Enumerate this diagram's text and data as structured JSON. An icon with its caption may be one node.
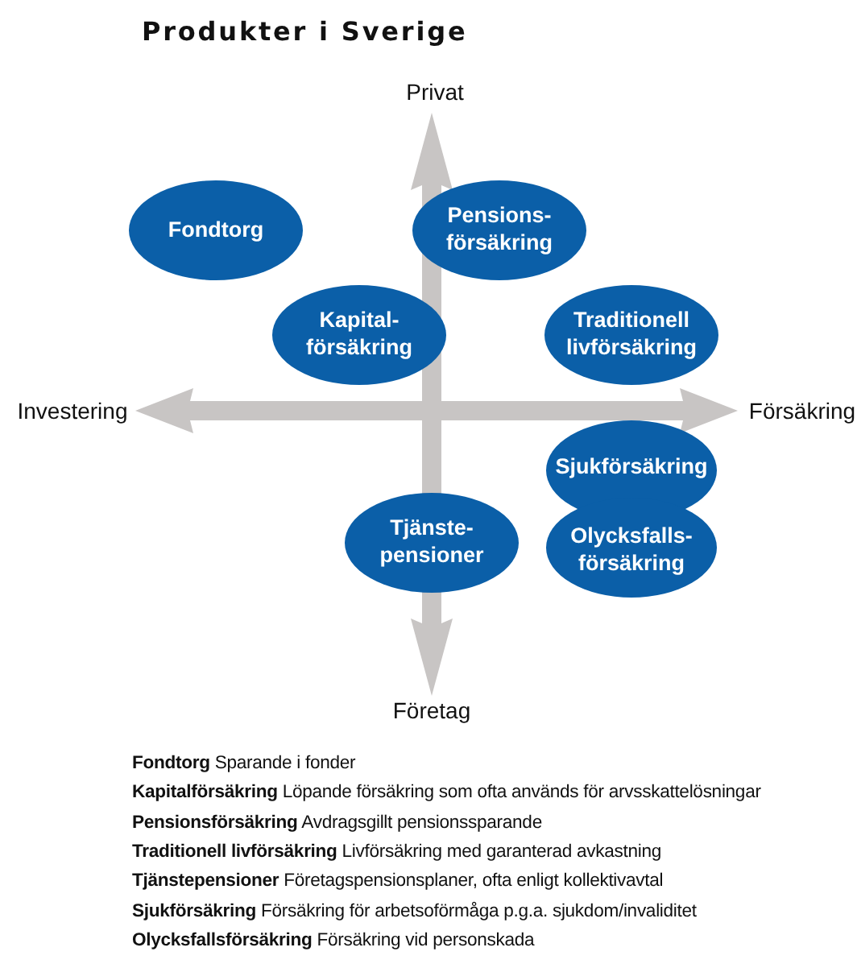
{
  "diagram": {
    "title": "Produkter i Sverige",
    "nodes": [
      {
        "text": [
          "Fondtorg"
        ]
      },
      {
        "text": [
          "Pensions- försäkring"
        ]
      },
      {
        "text": [
          "Kapital- försäkring"
        ]
      },
      {
        "text": [
          "Traditionell livförsäkring"
        ]
      },
      {
        "text": [
          "Sjukförsäkring"
        ]
      },
      {
        "text": [
          "Olycksfalls- försäkring"
        ]
      },
      {
        "text": [
          "Tjänste- pensioner"
        ]
      }
    ],
    "edges": [],
    "labels": [
      "Privat",
      "Investering",
      "Försäkring",
      "Företag",
      "**Fondtorg** Sparande i fonder",
      "**Kapitalförsäkring** Löpande försäkring som ofta används för arvsskattelösningar",
      "**Pensionsförsäkring** Avdragsgillt pensionssparande",
      "**Traditionell livförsäkring** Livförsäkring med garanterad avkastning",
      "**Tjänstepensioner** Företagspensionsplaner, ofta enligt kollektivavtal",
      "**Sjukförsäkring** Försäkring för arbetsoförmåga p.g.a. sjukdom/invaliditet",
      "**Olycksfallsförsäkring** Försäkring vid personskada"
    ]
  }
}
